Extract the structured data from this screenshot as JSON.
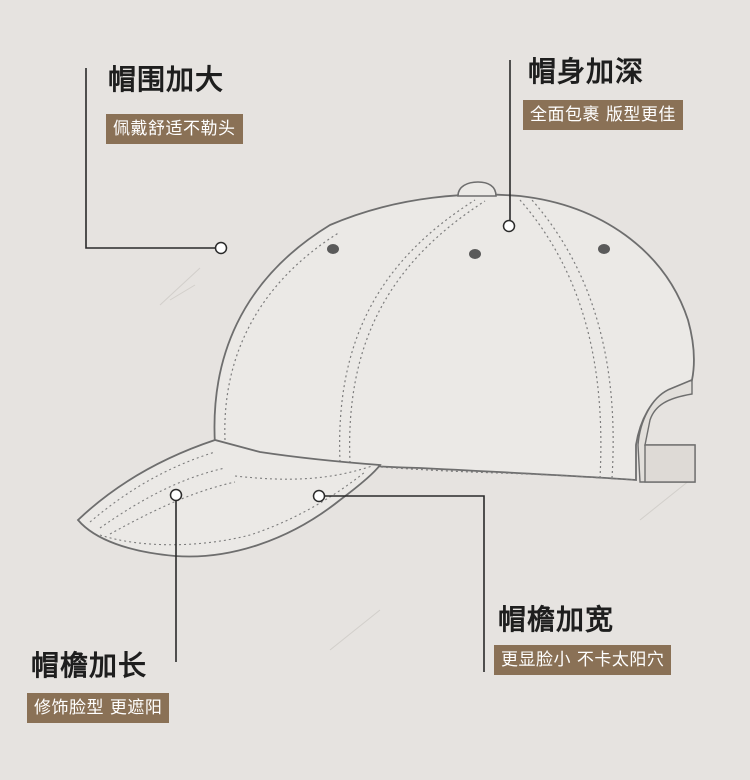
{
  "callouts": {
    "crown_band": {
      "title": "帽围加大",
      "tag": "佩戴舒适不勒头"
    },
    "crown_depth": {
      "title": "帽身加深",
      "tag": "全面包裹 版型更佳"
    },
    "brim_width": {
      "title": "帽檐加宽",
      "tag": "更显脸小 不卡太阳穴"
    },
    "brim_length": {
      "title": "帽檐加长",
      "tag": "修饰脸型 更遮阳"
    }
  },
  "colors": {
    "background": "#e6e3e0",
    "tag_fill": "#8a7156",
    "tag_text": "#ffffff",
    "title_text": "#1e1e1e",
    "line": "#2a2a2a"
  }
}
